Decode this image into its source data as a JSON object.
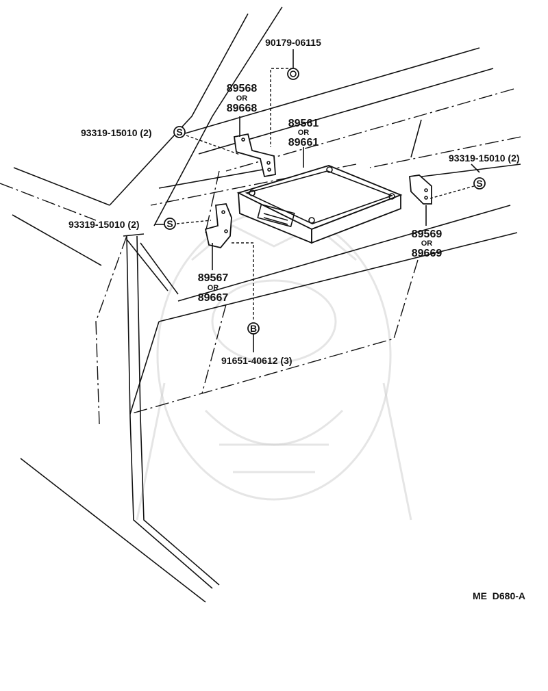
{
  "labels": {
    "bolt_top": "90179-06115",
    "bracket_upper_a": "89568",
    "bracket_upper_or": "OR",
    "bracket_upper_b": "89668",
    "ecu_a": "89561",
    "ecu_or": "OR",
    "ecu_b": "89661",
    "screw_left_upper": "93319-15010 (2)",
    "screw_right": "93319-15010 (2)",
    "screw_left_lower": "93319-15010 (2)",
    "bracket_right_a": "89569",
    "bracket_right_or": "OR",
    "bracket_right_b": "89669",
    "bracket_lower_a": "89567",
    "bracket_lower_or": "OR",
    "bracket_lower_b": "89667",
    "bolt_bottom": "91651-40612 (3)",
    "diagram_code": "ME  D680-A"
  },
  "icons": {
    "screw_symbol": "S",
    "bolt_symbol": "B"
  }
}
